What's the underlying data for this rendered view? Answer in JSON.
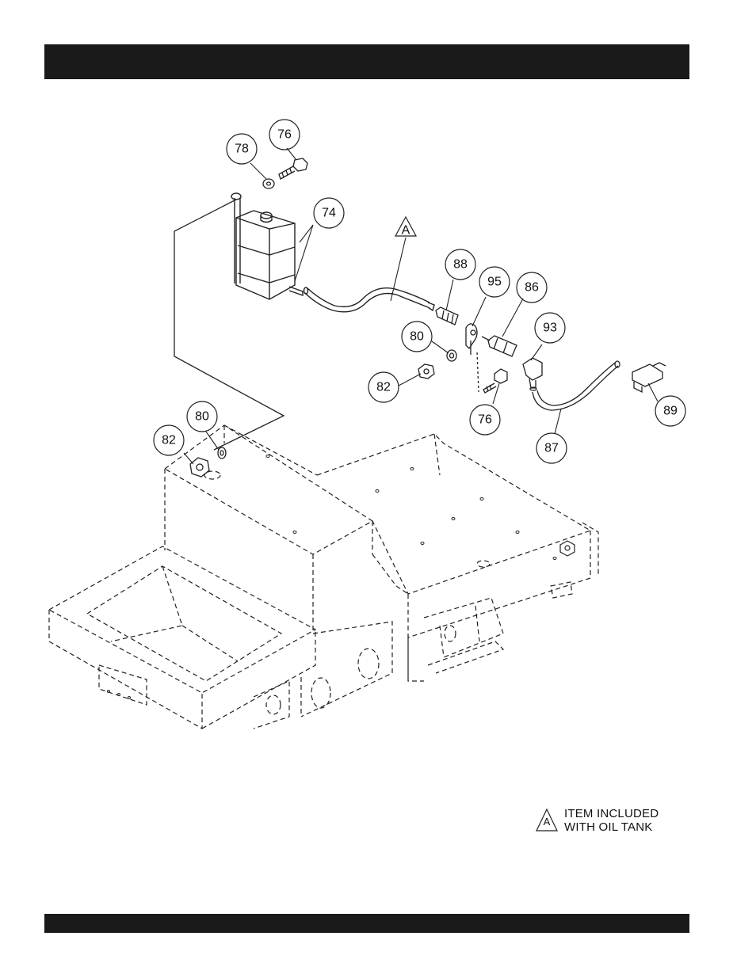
{
  "callouts": [
    {
      "id": "c76a",
      "label": "76"
    },
    {
      "id": "c78",
      "label": "78"
    },
    {
      "id": "c74",
      "label": "74"
    },
    {
      "id": "c88",
      "label": "88"
    },
    {
      "id": "c95",
      "label": "95"
    },
    {
      "id": "c86",
      "label": "86"
    },
    {
      "id": "c93",
      "label": "93"
    },
    {
      "id": "c80a",
      "label": "80"
    },
    {
      "id": "c82a",
      "label": "82"
    },
    {
      "id": "c76b",
      "label": "76"
    },
    {
      "id": "c89",
      "label": "89"
    },
    {
      "id": "c87",
      "label": "87"
    },
    {
      "id": "c80b",
      "label": "80"
    },
    {
      "id": "c82b",
      "label": "82"
    }
  ],
  "hose_marker": "A",
  "legend": {
    "symbol": "A",
    "line1": "ITEM INCLUDED",
    "line2": "WITH OIL TANK"
  }
}
